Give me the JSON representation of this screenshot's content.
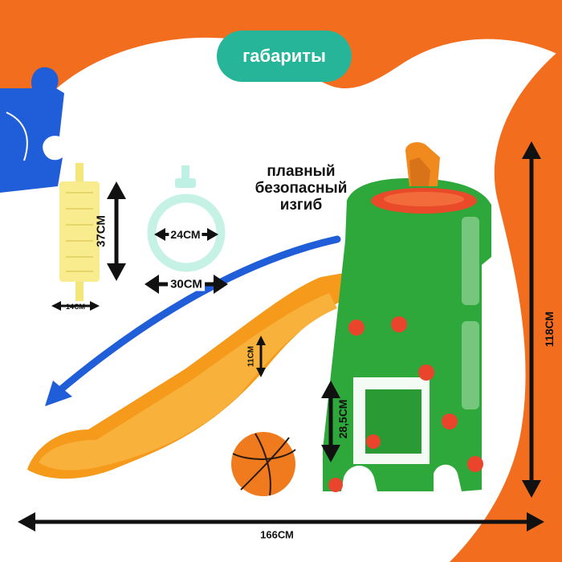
{
  "badge": {
    "label": "габариты"
  },
  "feature_caption": {
    "lines": [
      "плавный",
      "безопасный",
      "изгиб"
    ]
  },
  "dimensions": {
    "total_length": "166СМ",
    "total_height": "118СМ",
    "step_height": "28,5СМ",
    "slide_wall": "11СМ",
    "part_height": "37СМ",
    "part_width": "14СМ",
    "ring_outer": "30СМ",
    "ring_inner": "24СМ"
  },
  "colors": {
    "background_orange": "#f36d1f",
    "accent_blue": "#1f5ed8",
    "badge_teal": "#27b59a",
    "slide_orange": "#f5a01c",
    "tower_green": "#2ea83a",
    "hoop_red": "#e84a2a"
  }
}
